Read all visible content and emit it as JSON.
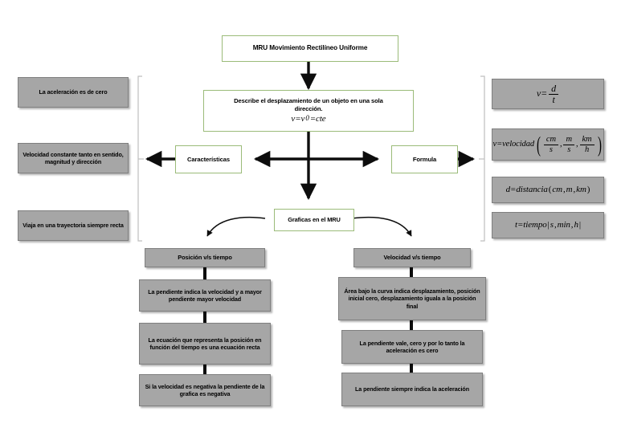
{
  "meta": {
    "colors": {
      "green_border": "#9BBB79",
      "gray_fill": "#A6A6A6",
      "gray_border": "#7F7F7F",
      "connector": "#0D0D0D",
      "bracket": "#BFBFBF",
      "background": "#FFFFFF"
    }
  },
  "title_node": {
    "label": "MRU Movimiento Rectilíneo Uniforme"
  },
  "definition_node": {
    "line1": "Describe el desplazamiento de un objeto en una sola",
    "line2": "dirección.",
    "formula": "v=v0=cte"
  },
  "branch_nodes": {
    "left": "Características",
    "right": "Formula"
  },
  "graphs_node": {
    "label": "Graficas en el MRU"
  },
  "characteristics": [
    {
      "label": "La aceleración es de cero"
    },
    {
      "label": "Velocidad constante tanto en sentido, magnitud y dirección"
    },
    {
      "label": "Viaja en una trayectoria siempre recta"
    }
  ],
  "formulas": [
    {
      "id": "velocity-formula",
      "text": "v = d / t"
    },
    {
      "id": "velocity-units",
      "text": "v=velocidad( cm/s , m/s , km/h )"
    },
    {
      "id": "distance-units",
      "text": "d=distancia(cm,m,km)"
    },
    {
      "id": "time-units",
      "text": "t=tiempo|s, min, h|"
    }
  ],
  "columns": [
    {
      "header": "Posición v/s tiempo",
      "items": [
        "La pendiente indica la velocidad y a mayor pendiente mayor velocidad",
        "La ecuación que representa la posición en función del tiempo es una ecuación recta",
        "Si la velocidad es negativa la pendiente de la grafica es negativa"
      ]
    },
    {
      "header": "Velocidad v/s tiempo",
      "items": [
        "Área bajo la curva indica desplazamiento, posición inicial cero, desplazamiento iguala a la posición final",
        "La pendiente vale, cero y por lo tanto la aceleración es cero",
        "La pendiente siempre indica la aceleración"
      ]
    }
  ]
}
